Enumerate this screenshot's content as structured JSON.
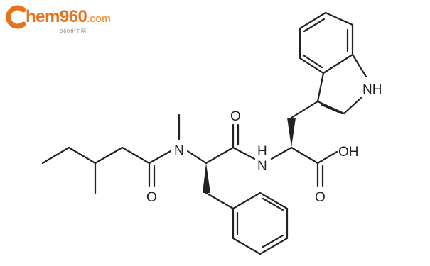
{
  "watermark": {
    "brand": "hem960",
    "brand_initial": "C",
    "suffix": ".com",
    "subtitle": "960化工网",
    "colors": {
      "primary": "#e8731f",
      "secondary": "#f29a45",
      "sub": "#8a8a8a"
    }
  },
  "structure": {
    "atom_labels": {
      "indole_nh": "NH",
      "acid_oh": "OH",
      "acid_carbonyl_o": "O",
      "amide_nh": "N",
      "amide_h": "H",
      "amide_carbonyl_o": "O",
      "n_methyl_n": "N",
      "acyl_carbonyl_o": "O"
    },
    "bond_color": "#222222"
  }
}
